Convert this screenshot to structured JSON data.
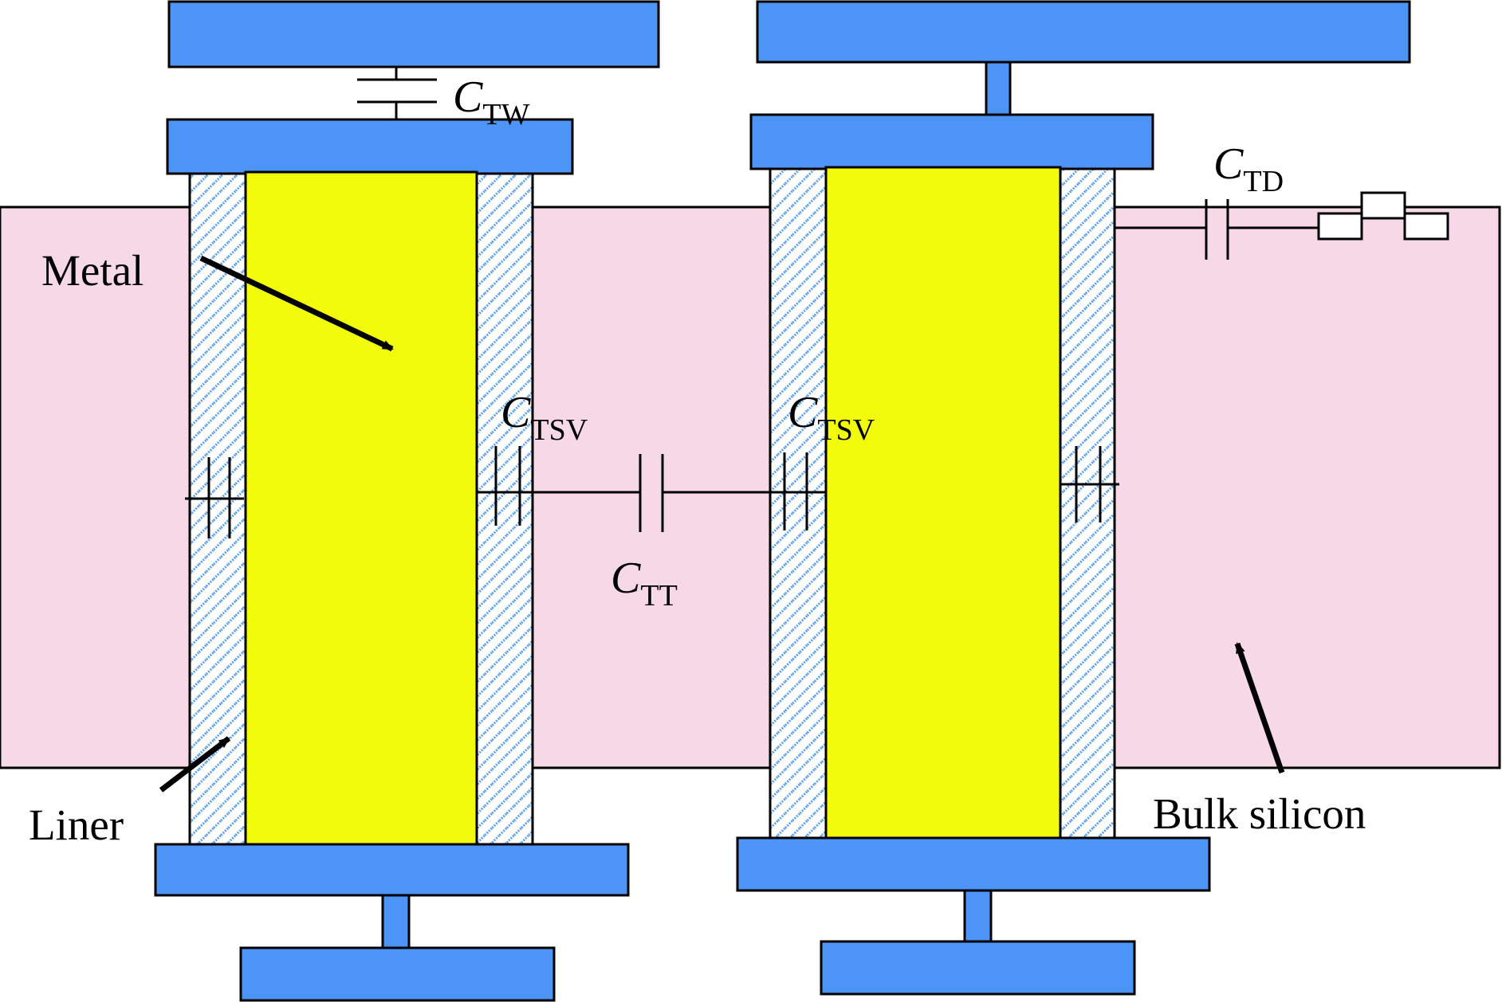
{
  "labels": {
    "metal": "Metal",
    "liner": "Liner",
    "bulk_silicon": "Bulk silicon"
  },
  "capacitors": {
    "c_tw": {
      "main": "C",
      "sub": "TW"
    },
    "c_td": {
      "main": "C",
      "sub": "TD"
    },
    "c_tsv_left": {
      "main": "C",
      "sub": "TSV"
    },
    "c_tsv_right": {
      "main": "C",
      "sub": "TSV"
    },
    "c_tt": {
      "main": "C",
      "sub": "TT"
    }
  },
  "colors": {
    "pad": "#4d94f7",
    "metal": "#f2fc0a",
    "silicon": "#f6d8e6",
    "liner_hatch": "#5aa0f0",
    "stroke": "#000000"
  }
}
